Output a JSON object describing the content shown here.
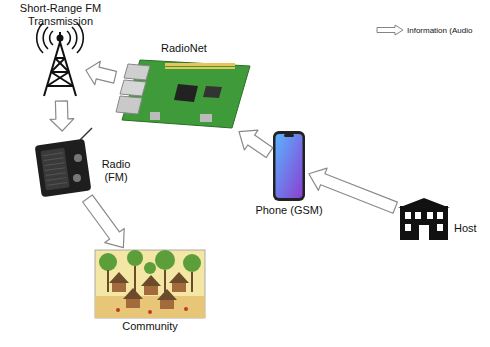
{
  "diagram": {
    "nodes": [
      {
        "text": [
          "Short-Range FM Transmission"
        ]
      },
      {
        "text": [
          "RadioNet"
        ]
      },
      {
        "text": [
          "Radio (FM)"
        ]
      },
      {
        "text": [
          "Phone (GSM)"
        ]
      },
      {
        "text": [
          "Host"
        ]
      },
      {
        "text": [
          "Community"
        ]
      }
    ],
    "edges": [
      {
        "from": 4,
        "to": 3,
        "arrow": "to"
      },
      {
        "from": 3,
        "to": 1,
        "arrow": "to"
      },
      {
        "from": 1,
        "to": 0,
        "arrow": "to"
      },
      {
        "from": 0,
        "to": 2,
        "arrow": "to"
      },
      {
        "from": 2,
        "to": 5,
        "arrow": "to"
      }
    ],
    "legend": [
      {
        "text": "Information (Audio"
      }
    ]
  }
}
